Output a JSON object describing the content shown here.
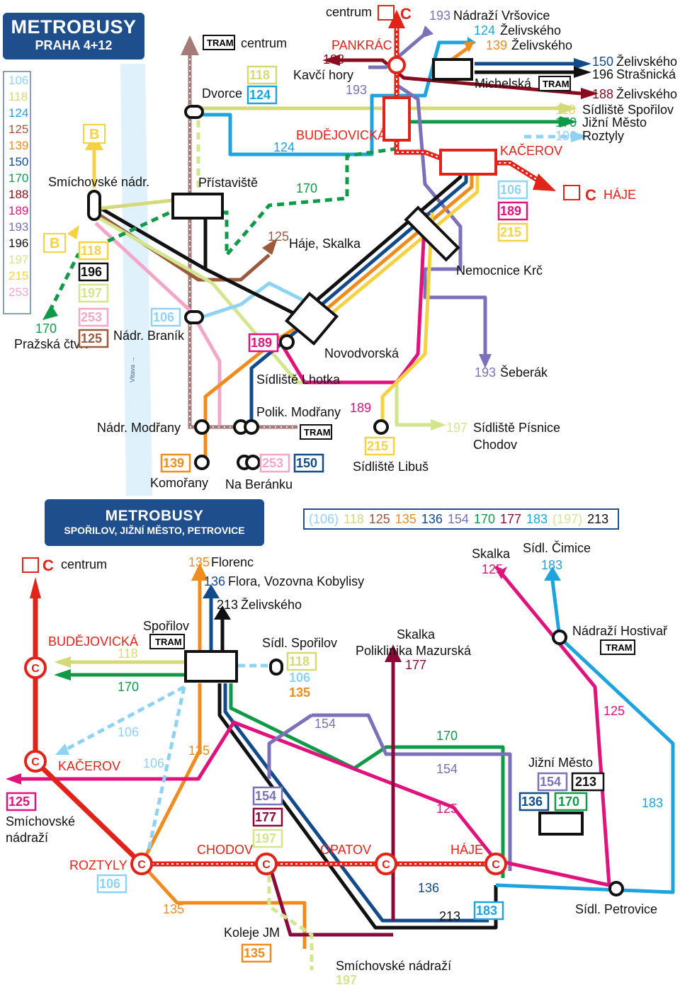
{
  "title1": {
    "main": "METROBUSY",
    "sub": "PRAHA 4+12"
  },
  "title2": {
    "main": "METROBUSY",
    "sub": "SPOŘILOV, JIŽNÍ MĚSTO, PETROVICE"
  },
  "legend": [
    "106",
    "118",
    "124",
    "125",
    "139",
    "150",
    "170",
    "188",
    "189",
    "193",
    "196",
    "197",
    "215",
    "253"
  ],
  "colors": {
    "106": "#8fd3f4",
    "118": "#d6d97a",
    "124": "#1fa3df",
    "125": "#9b5a3c",
    "139": "#f08c1e",
    "150": "#124b8c",
    "170": "#0f9a48",
    "188": "#8a0b1e",
    "189": "#e0137d",
    "193": "#7c70b8",
    "196": "#111111",
    "197": "#d3e58e",
    "215": "#f6d243",
    "253": "#f4a6c8",
    "135": "#f08c1e",
    "136": "#124b8c",
    "154": "#7c70b8",
    "177": "#8a0b3a",
    "183": "#1fa3df",
    "213": "#111111",
    "metro": "#e2231a",
    "tram": "#a57b78",
    "header": "#1f4e8c"
  },
  "toplist": [
    "(106)",
    "118",
    "125",
    "135",
    "136",
    "154",
    "170",
    "177",
    "183",
    "(197)",
    "213"
  ],
  "labels": {
    "centrum_top": "centrum",
    "pankrac": "PANKRÁC",
    "budejovicka": "BUDĚJOVICKÁ",
    "kacerov": "KAČEROV",
    "haje_top": "HÁJE",
    "tram": "TRAM",
    "centrum_tram": "centrum",
    "dvorce": "Dvorce",
    "kavci_hory": "Kavčí hory",
    "haje_skalka": "Háje, Skalka",
    "pristaviste": "Přístaviště",
    "smichovske_nadr": "Smíchovské nádr.",
    "prazska_ctvrt": "Pražská čtvrť",
    "nadr_branik": "Nádr. Braník",
    "vltava": "Vltava →",
    "nadr_modrany": "Nádr. Modřany",
    "komorany": "Komořany",
    "na_beranku": "Na Beránku",
    "sidliste_lhotka": "Sídliště Lhotka",
    "polik_modrany": "Polik. Modřany",
    "novodvorska": "Novodvorská",
    "sidliste_libus": "Sídliště Libuš",
    "nemocnice_krc": "Nemocnice Krč",
    "seberak": "Šeberák",
    "sidliste_pisnice": "Sídliště Písnice",
    "chodov": "Chodov",
    "michelska": "Michelská",
    "nadr_vrsovice": "Nádraží Vršovice",
    "zelivskeho": "Želivského",
    "strasnicka": "Strašnická",
    "sidliste_sporilov": "Sídliště Spořilov",
    "jizni_mesto": "Jižní Město",
    "roztyly": "Roztyly",
    "b": "B",
    "c": "C",
    "centrum_bottom": "centrum",
    "sporilov": "Spořilov",
    "budejovicka_b": "BUDĚJOVICKÁ",
    "kacerov_b": "KAČEROV",
    "smichovske_nadrazi": "Smíchovské nádraží",
    "roztyly_b": "ROZTYLY",
    "chodov_b": "CHODOV",
    "opatov": "OPATOV",
    "haje_b": "HÁJE",
    "koleje_jm": "Koleje JM",
    "florenc": "Florenc",
    "flora": "Flora, Vozovna Kobylisy",
    "zelivskeho_b": "Želivského",
    "sidl_sporilov": "Sídl. Spořilov",
    "skalka_mazurska": "Skalka",
    "poliklinika_mazurska": "Poliklinika Mazurská",
    "skalka": "Skalka",
    "sidl_cimice": "Sídl. Čimice",
    "nadr_hostivar": "Nádraží Hostivař",
    "jizni_mesto_b": "Jižní Město",
    "sidl_petrovice": "Sídl. Petrovice"
  }
}
